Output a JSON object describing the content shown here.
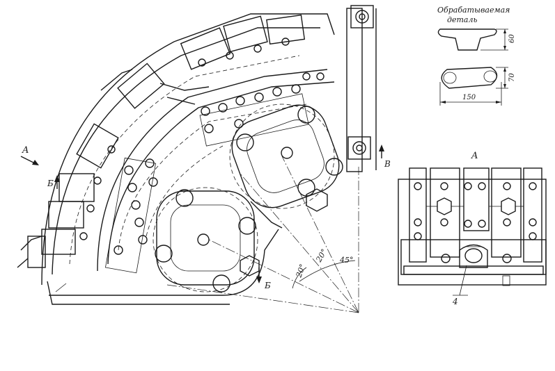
{
  "workpiece": {
    "title_line1": "Обрабатываемая",
    "title_line2": "деталь",
    "dim_height_top": "60",
    "dim_height_bottom": "70",
    "dim_length": "150"
  },
  "view_a": {
    "label": "A",
    "callout": "4"
  },
  "main_view": {
    "arrow_a_label": "A",
    "section_b_top": "Б",
    "section_b_bottom": "Б",
    "arrow_v_label": "В",
    "angle_1": "20°",
    "angle_2": "20°",
    "angle_3": "45°"
  }
}
